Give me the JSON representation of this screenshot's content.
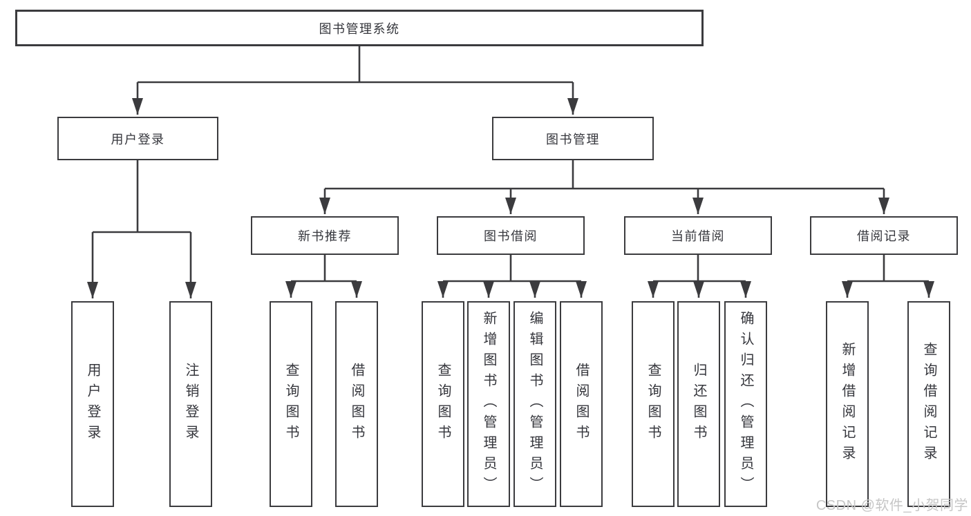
{
  "diagram": {
    "root": {
      "label": "图书管理系统"
    },
    "children": [
      {
        "label": "用户登录",
        "children": [
          {
            "label": "用户登录"
          },
          {
            "label": "注销登录"
          }
        ]
      },
      {
        "label": "图书管理",
        "children": [
          {
            "label": "新书推荐",
            "children": [
              {
                "label": "查询图书"
              },
              {
                "label": "借阅图书"
              }
            ]
          },
          {
            "label": "图书借阅",
            "children": [
              {
                "label": "查询图书"
              },
              {
                "label": "新增图书（管理员）"
              },
              {
                "label": "编辑图书（管理员）"
              },
              {
                "label": "借阅图书"
              }
            ]
          },
          {
            "label": "当前借阅",
            "children": [
              {
                "label": "查询图书"
              },
              {
                "label": "归还图书"
              },
              {
                "label": "确认归还（管理员）"
              }
            ]
          },
          {
            "label": "借阅记录",
            "children": [
              {
                "label": "新增借阅记录"
              },
              {
                "label": "查询借阅记录"
              }
            ]
          }
        ]
      }
    ]
  },
  "watermark": {
    "text": "CSDN @软件_小贺同学"
  },
  "colors": {
    "line": "#3b3b3e",
    "text": "#35363c",
    "watermark": "#c6c6c6",
    "background": "#ffffff"
  }
}
